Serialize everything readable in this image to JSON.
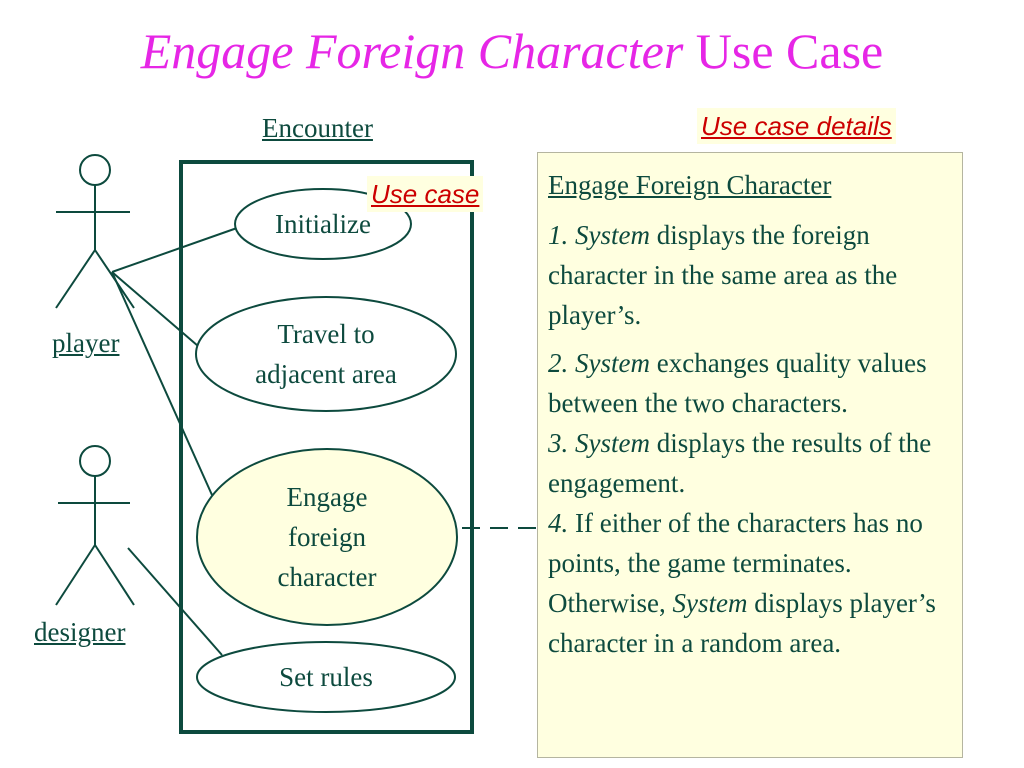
{
  "title": {
    "italic_part": "Engage Foreign Character",
    "regular_part": "Use Case"
  },
  "system": {
    "name": "Encounter"
  },
  "actors": [
    {
      "id": "player",
      "name": "player"
    },
    {
      "id": "designer",
      "name": "designer"
    }
  ],
  "use_cases": [
    {
      "id": "initialize",
      "lines": [
        "Initialize"
      ]
    },
    {
      "id": "travel",
      "lines": [
        "Travel to",
        "adjacent area"
      ]
    },
    {
      "id": "engage",
      "lines": [
        "Engage",
        "foreign",
        "character"
      ]
    },
    {
      "id": "set-rules",
      "lines": [
        "Set rules"
      ]
    }
  ],
  "associations": [
    {
      "actor": "player",
      "use_case": "initialize"
    },
    {
      "actor": "player",
      "use_case": "travel"
    },
    {
      "actor": "player",
      "use_case": "engage"
    },
    {
      "actor": "designer",
      "use_case": "set-rules"
    }
  ],
  "tags": {
    "use_case": "Use case",
    "use_case_details": "Use case details"
  },
  "details": {
    "heading": "Engage Foreign Character",
    "steps": [
      {
        "number": "1.",
        "actor": "System",
        "text": " displays the foreign character in the same area as the player’s."
      },
      {
        "number": "2.",
        "actor": "System",
        "text": " exchanges quality values between the two characters."
      },
      {
        "number": "3.",
        "actor": "System",
        "text": " displays the results of the engagement."
      },
      {
        "number": "4.",
        "actor": "",
        "text": " If either of the characters has no points, the game terminates. Otherwise, "
      },
      {
        "number": "",
        "actor": "System",
        "text": " displays player’s character in a random area."
      }
    ]
  },
  "colors": {
    "title": "#e626e6",
    "diagram_ink": "#0d4a3e",
    "highlight_fill": "#ffffe0",
    "tag_text": "#cc0000"
  }
}
